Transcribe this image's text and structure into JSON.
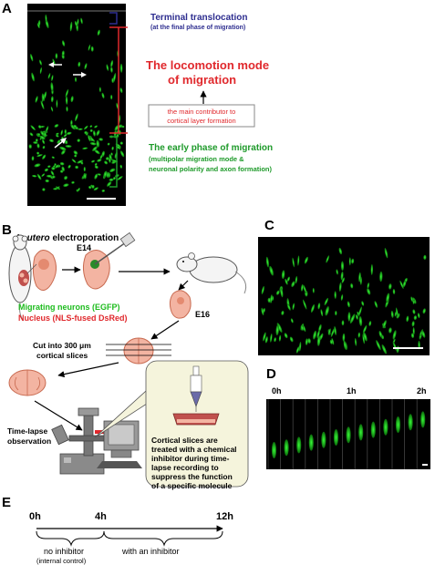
{
  "panels": {
    "a": "A",
    "b": "B",
    "c": "C",
    "d": "D",
    "e": "E"
  },
  "panel_a": {
    "terminal_title": "Terminal translocation",
    "terminal_sub": "(at the final phase of migration)",
    "locomotion_line1": "The locomotion mode",
    "locomotion_line2": "of migration",
    "contributor_line1": "the main contributor to",
    "contributor_line2": "cortical layer formation",
    "early_title": "The early phase of migration",
    "early_sub1": "(multipolar migration mode &",
    "early_sub2": "neuronal polarity and axon formation)",
    "colors": {
      "terminal": "#2d2d8f",
      "locomotion": "#e0282c",
      "early": "#1e9a2a"
    }
  },
  "panel_b": {
    "in_utero": "In utero",
    "electroporation": " electroporation",
    "e14": "E14",
    "e16": "E16",
    "migrating_neurons": "Migrating neurons  (EGFP)",
    "nucleus": "Nucleus  (NLS-fused DsRed)",
    "cut_line1": "Cut into 300 μm",
    "cut_line2": "cortical slices",
    "timelapse_line1": "Time-lapse",
    "timelapse_line2": "observation",
    "callout": [
      "Cortical slices are",
      "treated with a chemical",
      "inhibitor during time-",
      "lapse recording to",
      "suppress the function",
      "of a specific molecule"
    ]
  },
  "panel_d": {
    "t0": "0h",
    "t1": "1h",
    "t2": "2h"
  },
  "panel_e": {
    "t0": "0h",
    "t4": "4h",
    "t12": "12h",
    "no_inhibitor": "no inhibitor",
    "internal_control": "(internal control)",
    "with_inhibitor": "with an inhibitor"
  }
}
